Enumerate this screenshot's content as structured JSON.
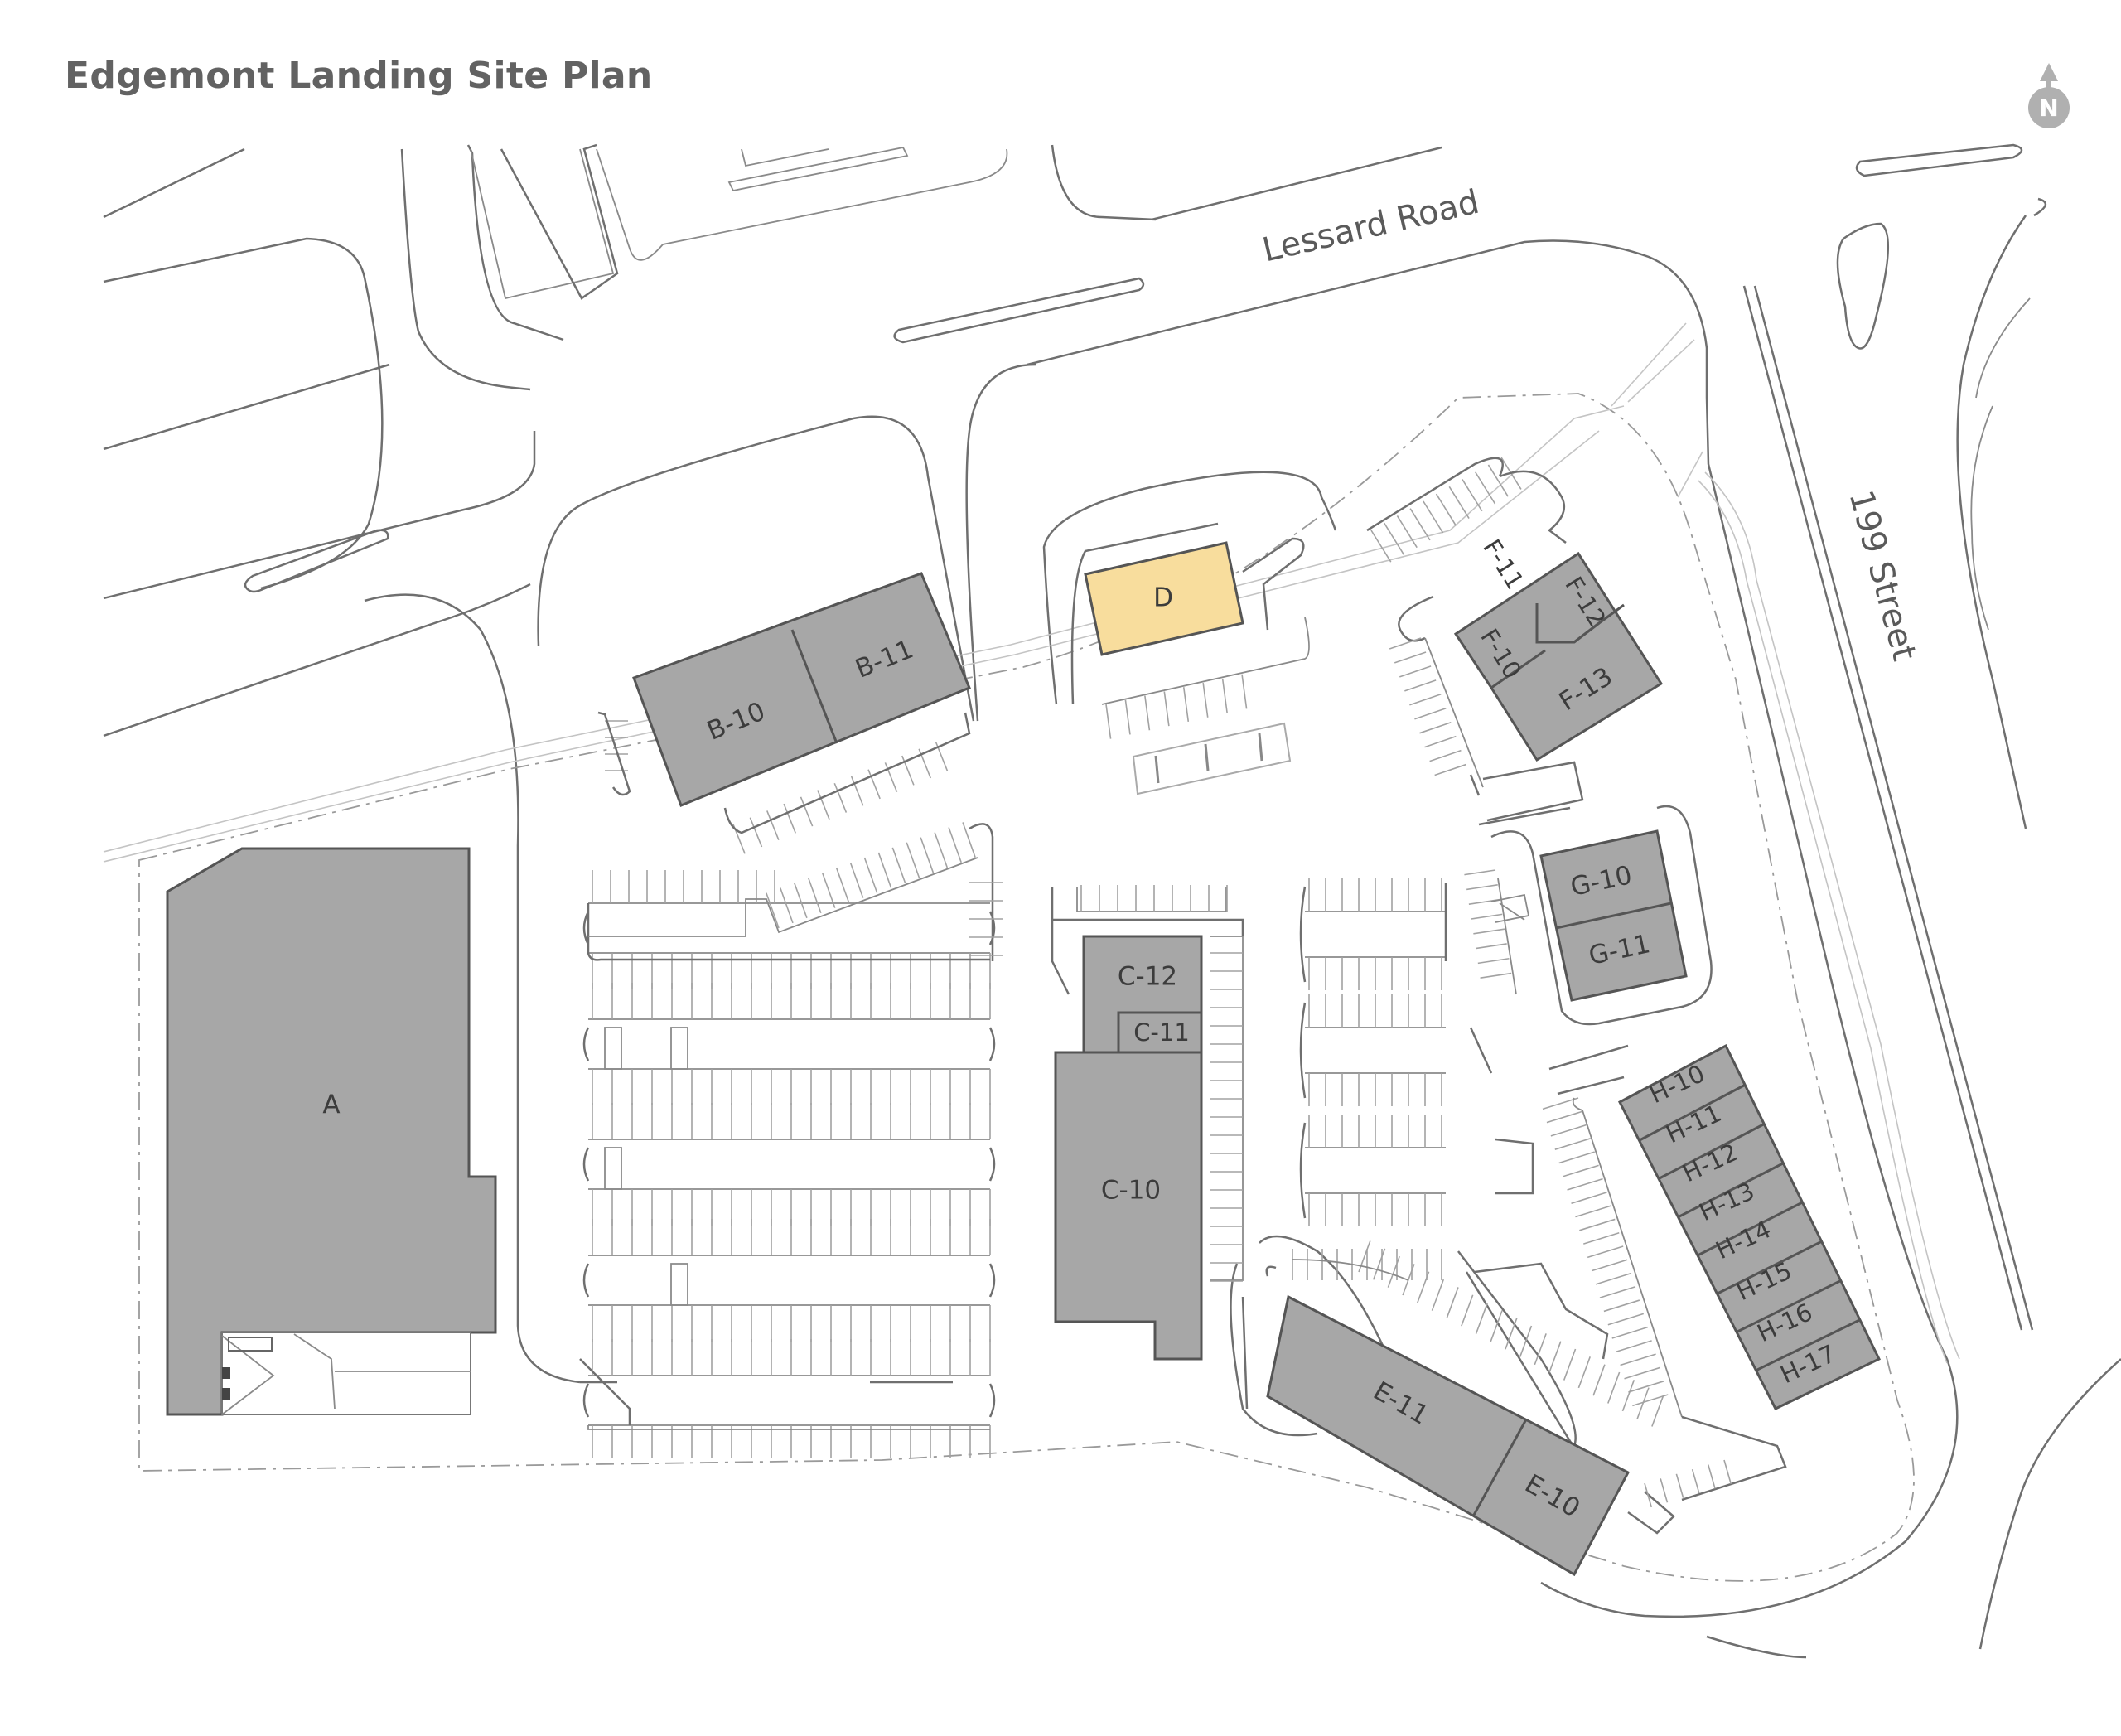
{
  "title": "Edgemont Landing Site Plan",
  "compass_label": "N",
  "streets": {
    "lessard": "Lessard Road",
    "street199": "199 Street"
  },
  "units": {
    "A": "A",
    "B10": "B-10",
    "B11": "B-11",
    "D": "D",
    "C12": "C-12",
    "C11": "C-11",
    "C10": "C-10",
    "E11": "E-11",
    "E10": "E-10",
    "F10": "F-10",
    "F11": "F-11",
    "F12": "F-12",
    "F13": "F-13",
    "G10": "G-10",
    "G11": "G-11",
    "H10": "H-10",
    "H11": "H-11",
    "H12": "H-12",
    "H13": "H-13",
    "H14": "H-14",
    "H15": "H-15",
    "H16": "H-16",
    "H17": "H-17"
  },
  "colors": {
    "building": "#a7a7a7",
    "highlight": "#f8dd9d",
    "outline": "#555555"
  }
}
